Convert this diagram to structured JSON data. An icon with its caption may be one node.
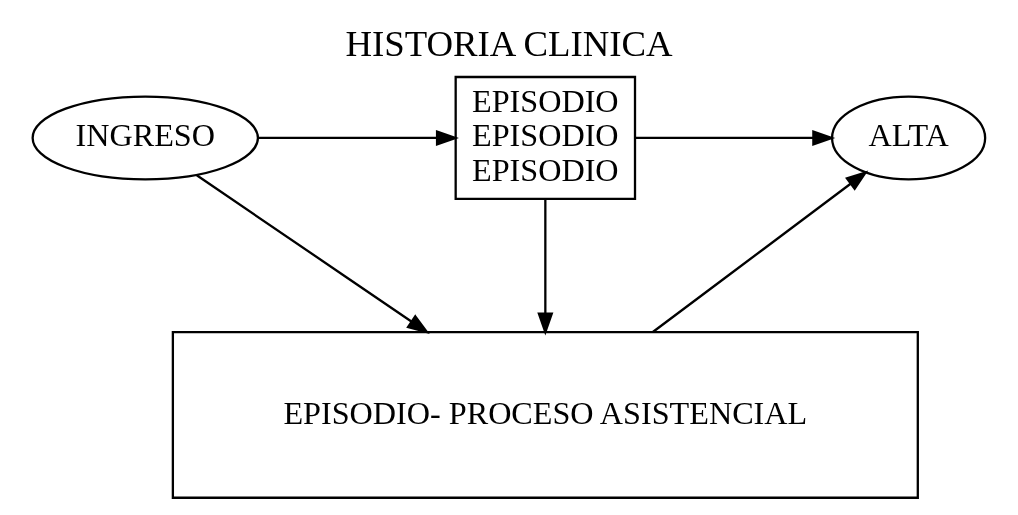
{
  "diagram": {
    "title": "HISTORIA CLINICA",
    "nodes": [
      {
        "text": [
          "INGRESO"
        ]
      },
      {
        "text": [
          "EPISODIO",
          "EPISODIO",
          "EPISODIO"
        ]
      },
      {
        "text": [
          "ALTA"
        ]
      },
      {
        "text": [
          "EPISODIO- PROCESO ASISTENCIAL"
        ]
      }
    ],
    "edges": [
      {
        "from": 0,
        "to": 1,
        "arrow": "to"
      },
      {
        "from": 1,
        "to": 2,
        "arrow": "to"
      },
      {
        "from": 0,
        "to": 3,
        "arrow": "to"
      },
      {
        "from": 1,
        "to": 3,
        "arrow": "to"
      },
      {
        "from": 3,
        "to": 2,
        "arrow": "to"
      }
    ]
  }
}
